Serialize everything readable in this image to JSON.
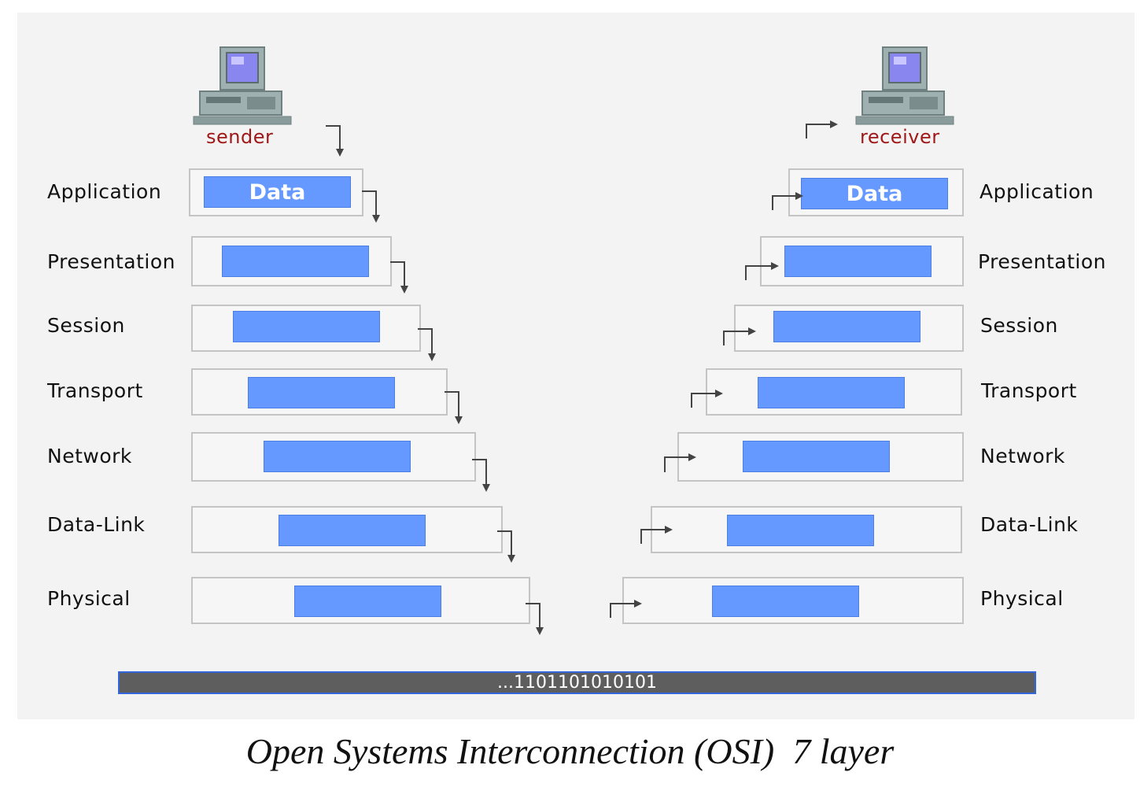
{
  "sender_label": "sender",
  "receiver_label": "receiver",
  "layers": [
    "Application",
    "Presentation",
    "Session",
    "Transport",
    "Network",
    "Data-Link",
    "Physical"
  ],
  "data_label": "Data",
  "bitstream": "...1101101010101",
  "caption": "Open Systems Interconnection (OSI)  7 layer",
  "colors": {
    "panel_background": "#f3f3f3",
    "packet_fill": "#6699ff",
    "frame_border": "#c4c4c4",
    "host_label": "#a01818",
    "bitstream_fill": "#5e5e5e",
    "bitstream_border": "#3366dd",
    "arrow": "#444444"
  },
  "icons": {
    "sender": "computer-icon",
    "receiver": "computer-icon",
    "flow": "elbow-arrow-icon"
  }
}
